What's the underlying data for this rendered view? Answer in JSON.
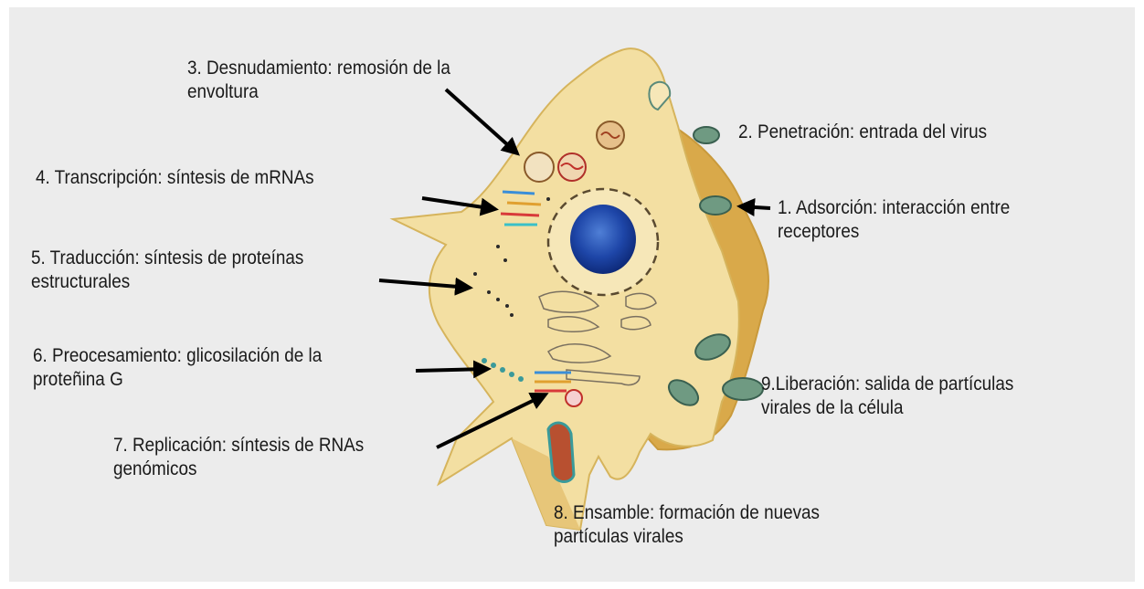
{
  "labels": {
    "step1": [
      "1. Adsorción: interacción entre",
      "receptores"
    ],
    "step2": [
      "2. Penetración: entrada del virus"
    ],
    "step3": [
      "3. Desnudamiento: remosión de la",
      "envoltura"
    ],
    "step4": [
      "4. Transcripción: síntesis de mRNAs"
    ],
    "step5": [
      "5. Traducción: síntesis de proteínas",
      "estructurales"
    ],
    "step6": [
      "6. Preocesamiento: glicosilación de la",
      "proteñina G"
    ],
    "step7": [
      "7. Replicación: síntesis de RNAs",
      "genómicos"
    ],
    "step8": [
      "8. Ensamble: formación de nuevas",
      "partículas virales"
    ],
    "step9": [
      "9.Liberación: salida de partículas",
      "virales de la célula"
    ]
  },
  "colors": {
    "background": "#ececec",
    "cell_fill": "#f3dfa2",
    "cell_outline": "#d6b45c",
    "cell_edge": "#d9a94a",
    "nucleus": "#1e46a8",
    "virus_particle": "#6f9a82",
    "label_text": "#1a1a1a",
    "arrow": "#000000"
  }
}
